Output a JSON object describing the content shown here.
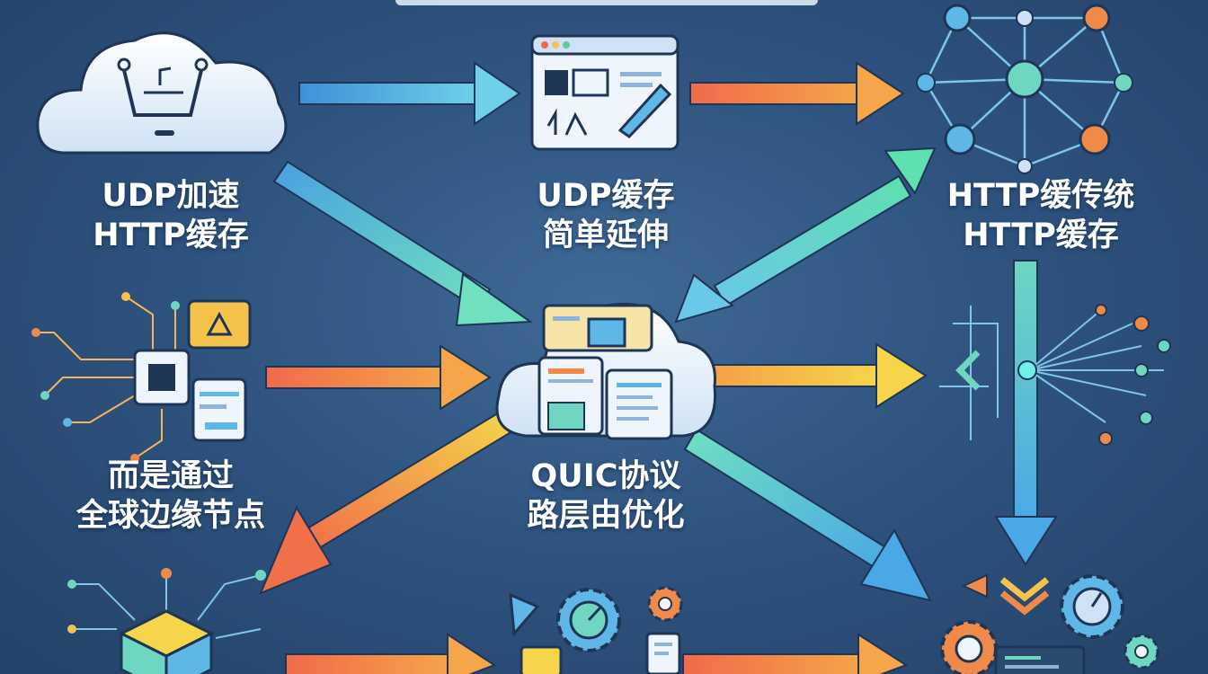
{
  "colors": {
    "background": "#2f5480",
    "arrow_blue": "#5fb7e8",
    "arrow_teal": "#6fd6c2",
    "arrow_orange": "#f08a48",
    "arrow_yellow": "#f2c24c",
    "node_outline": "#1e3556",
    "cloud_fill": "#eef5fc"
  },
  "nodes": [
    {
      "id": "udp-acceleration",
      "icon": "cloud-cart-icon",
      "lines": [
        "UDP加速",
        "HTTP缓存"
      ]
    },
    {
      "id": "udp-cache",
      "icon": "browser-editor-icon",
      "lines": [
        "UDP缓存",
        "简单延伸"
      ]
    },
    {
      "id": "http-traditional",
      "icon": "network-mesh-icon",
      "lines": [
        "HTTP缓传统",
        "HTTP缓存"
      ]
    },
    {
      "id": "global-edge",
      "icon": "circuit-chip-icon",
      "lines": [
        "而是通过",
        "全球边缘节点"
      ]
    },
    {
      "id": "quic-protocol",
      "icon": "cloud-windows-icon",
      "lines": [
        "QUIC协议",
        "路层由优化"
      ]
    },
    {
      "id": "routing-hub",
      "icon": "signal-hub-icon",
      "lines": []
    },
    {
      "id": "edge-cube",
      "icon": "cube-network-icon",
      "lines": []
    },
    {
      "id": "gear-docs",
      "icon": "gear-document-icon",
      "lines": []
    },
    {
      "id": "gear-monitor",
      "icon": "gear-monitor-icon",
      "lines": []
    }
  ]
}
